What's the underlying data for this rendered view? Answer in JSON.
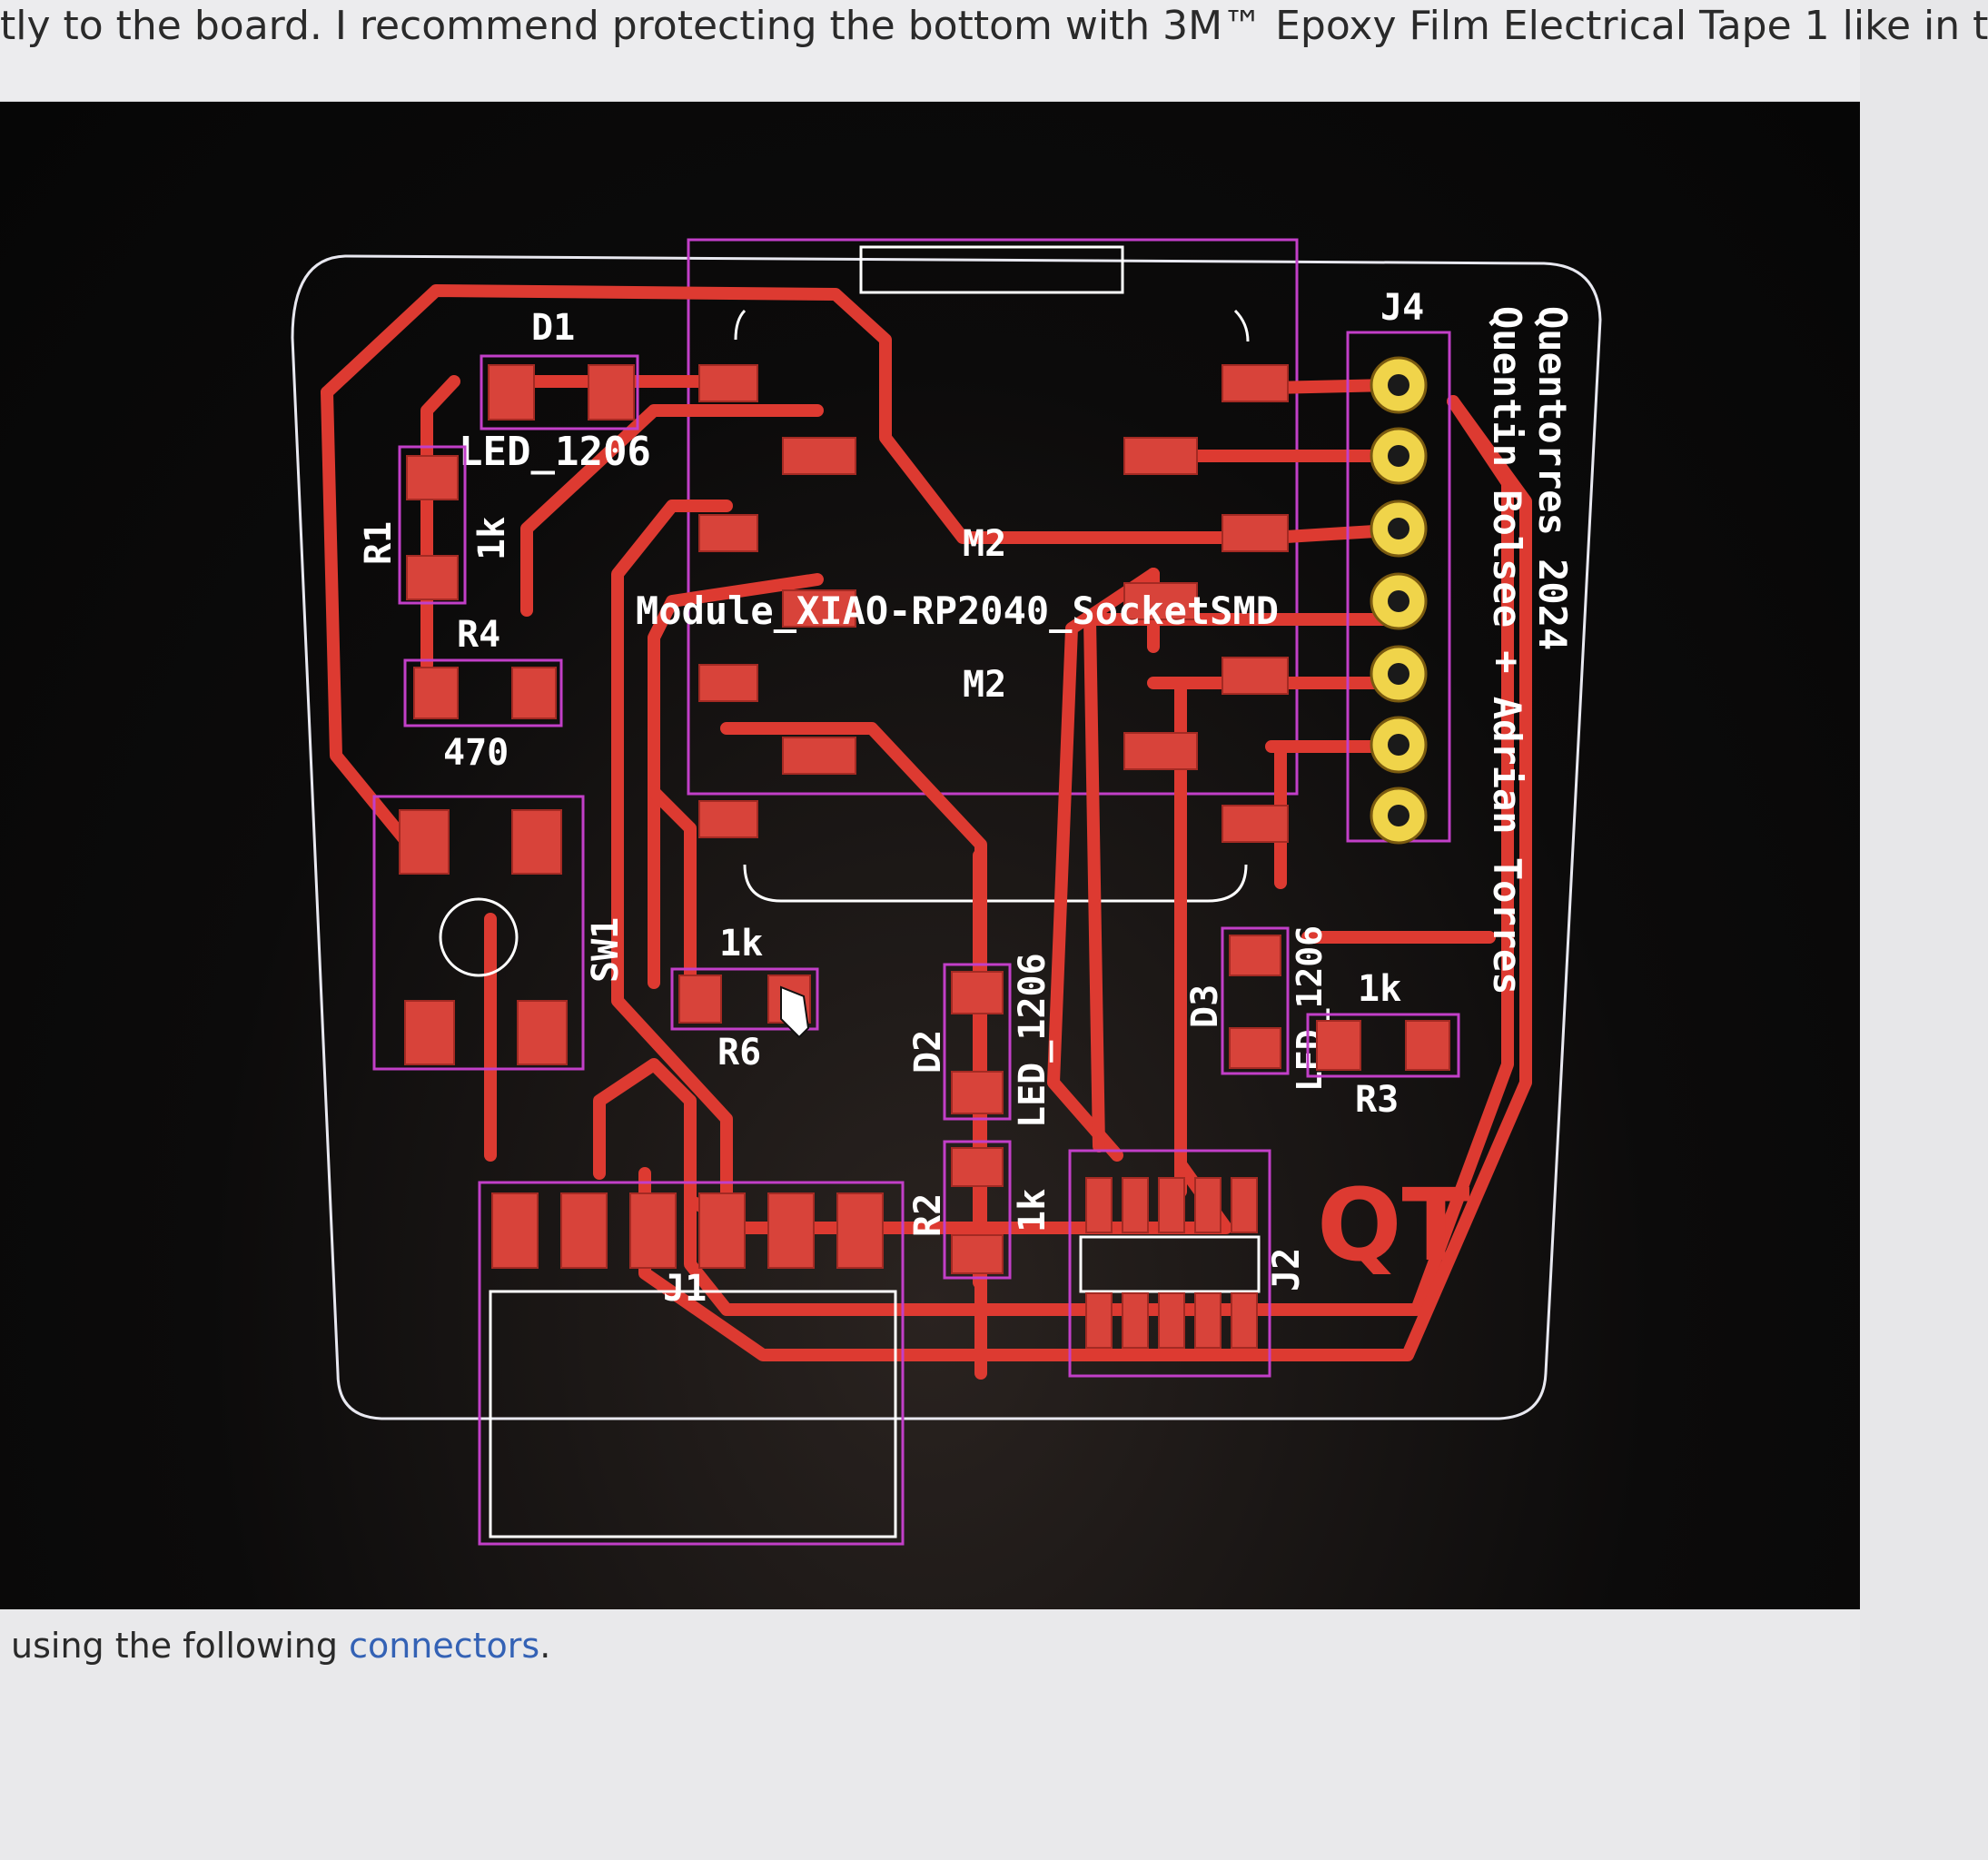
{
  "page": {
    "top_text": "tly to the board. I recommend protecting the bottom with 3M™ Epoxy Film Electrical Tape 1 like in t",
    "bottom_text_prefix": "using the following ",
    "bottom_link": "connectors",
    "bottom_text_suffix": "."
  },
  "pcb": {
    "labels": {
      "d1": "D1",
      "d1_value": "LED_1206",
      "r1": "R1",
      "r1_value": "1k",
      "r4": "R4",
      "r4_value": "470",
      "sw1": "SW1",
      "m2_top": "M2",
      "module": "Module_XIAO-RP2040_SocketSMD",
      "m2": "M2",
      "j4": "J4",
      "author1": "Quentorres 2024",
      "author2": "Quentin Bolsee + Adrian Torres",
      "r6_value": "1k",
      "r6": "R6",
      "d2": "D2",
      "d2_value": "LED_1206",
      "d3": "D3",
      "d3_value": "LED_1206",
      "r3_value": "1k",
      "r3": "R3",
      "r2": "R2",
      "r2_value": "1k",
      "j1": "J1",
      "j2": "J2",
      "logo": "QT"
    },
    "colors": {
      "copper": "#dd3a31",
      "fab": "#c23fc8",
      "edge": "#e8e8f0",
      "silk": "#ffffff",
      "pth": "#f0d44a"
    }
  }
}
